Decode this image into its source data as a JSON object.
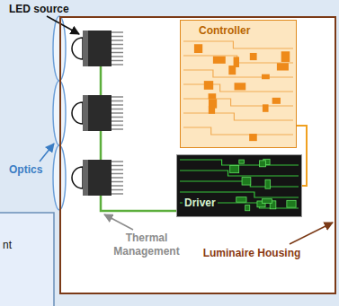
{
  "diagram": {
    "nodes": [
      {
        "text": [
          "Luminaire Housing"
        ]
      },
      {
        "text": [
          "Controller"
        ],
        "in": 0
      },
      {
        "text": [
          "Driver"
        ],
        "in": 0
      }
    ],
    "edges": [
      {
        "from": 1,
        "to": 2,
        "arrow": "none"
      }
    ],
    "labels": [
      "LED source",
      "Optics",
      "Thermal Management",
      "nt"
    ]
  }
}
